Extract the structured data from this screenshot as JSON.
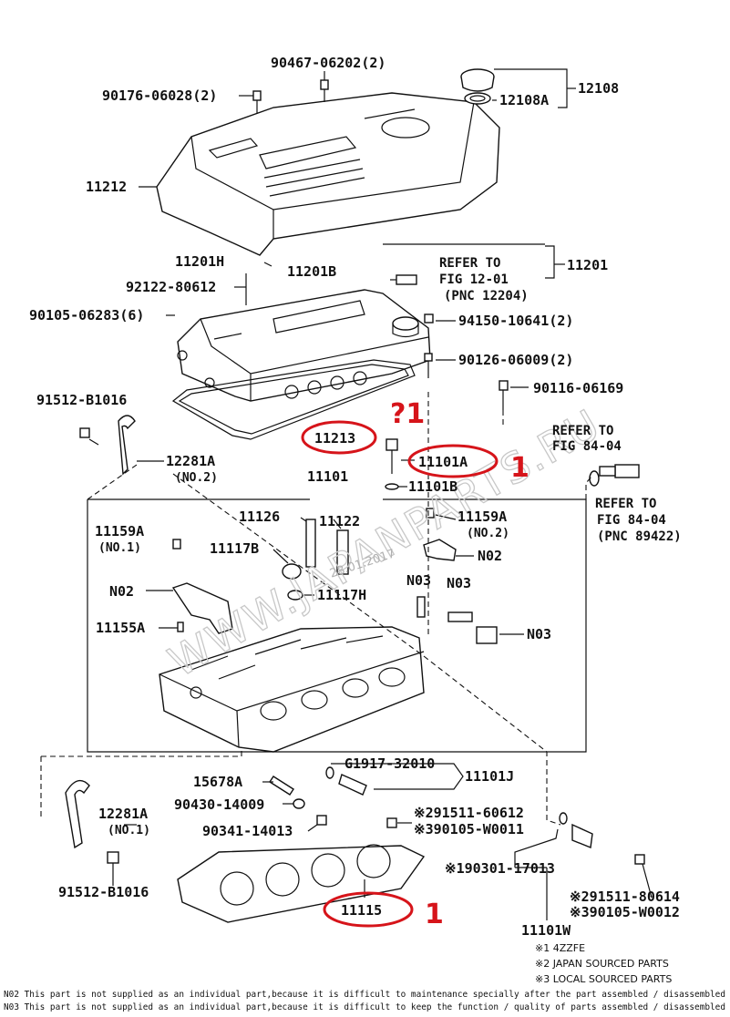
{
  "watermark": {
    "text": "WWW.JAPANPARTS.RU",
    "date": "28.01.2017"
  },
  "labels": {
    "p90467": "90467-06202(2)",
    "p90176": "90176-06028(2)",
    "p12108": "12108",
    "p12108a": "12108A",
    "p11212": "11212",
    "p11201h": "11201H",
    "p11201b": "11201B",
    "p92122": "92122-80612",
    "ref1201_1": "REFER TO",
    "ref1201_2": "FIG 12-01",
    "ref1201_3": "(PNC 12204)",
    "p11201": "11201",
    "p90105_06283": "90105-06283(6)",
    "p94150": "94150-10641(2)",
    "p90126": "90126-06009(2)",
    "p90116": "90116-06169",
    "p91512_top": "91512-B1016",
    "p11213": "11213",
    "q1": "?1",
    "p11101a": "11101A",
    "mark1a": "1",
    "p12281a_2": "12281A",
    "no2_a": "(NO.2)",
    "p11101": "11101",
    "p11101b": "11101B",
    "ref84_1": "REFER TO",
    "ref84_2": "FIG 84-04",
    "ref84b_1": "REFER TO",
    "ref84b_2": "FIG 84-04",
    "ref84b_3": "(PNC 89422)",
    "p11126": "11126",
    "p11122": "11122",
    "p11159a_r": "11159A",
    "no2_b": "(NO.2)",
    "p11159a_l": "11159A",
    "no1_a": "(NO.1)",
    "p11117b": "11117B",
    "n02_r": "N02",
    "n03_a": "N03",
    "n03_b": "N03",
    "n02_l": "N02",
    "p11117h": "11117H",
    "p11155a": "11155A",
    "n03_c": "N03",
    "pg1917": "G1917-32010",
    "p11101j": "11101J",
    "p15678a": "15678A",
    "p12281a_1": "12281A",
    "no1_b": "(NO.1)",
    "p90430": "90430-14009",
    "p90341": "90341-14013",
    "x2_91511_60612": "※291511-60612",
    "x3_90105_w0011": "※390105-W0011",
    "x1_90301": "※190301-17013",
    "p91512_bot": "91512-B1016",
    "p11115": "11115",
    "mark1b": "1",
    "x2_91511_80614": "※291511-80614",
    "x3_90105_w0012": "※390105-W0012",
    "p11101w": "11101W"
  },
  "notes": {
    "n1": "※1 4ZZFE",
    "n2": "※2 JAPAN SOURCED PARTS",
    "n3": "※3 LOCAL SOURCED PARTS"
  },
  "footnotes": {
    "f1": "N02 This part is not supplied as an individual part,because it is difficult to maintenance specially after the part assembled / disassembled",
    "f2": "N03 This part is not supplied as an individual part,because it is difficult to keep the function / quality of parts assembled / disassembled"
  },
  "colors": {
    "ink": "#111111",
    "highlight_red": "#d6141a",
    "watermark_gray": "#c8c8c8"
  }
}
